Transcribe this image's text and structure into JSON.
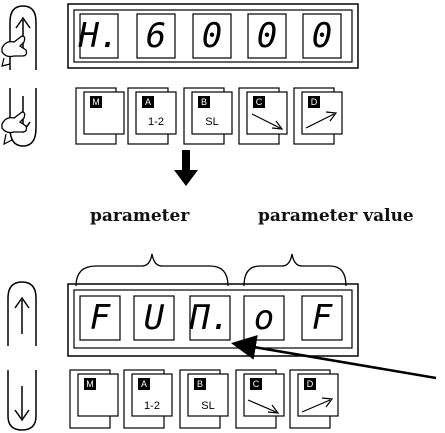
{
  "labels": {
    "parameter": "parameter",
    "parameter_value": "parameter value"
  },
  "display_top": [
    "H.",
    "6",
    "0",
    "0",
    "0"
  ],
  "display_bottom": [
    "F",
    "U",
    "Π.",
    "o",
    "F"
  ],
  "keys": [
    {
      "tag": "M",
      "sub": ""
    },
    {
      "tag": "A",
      "sub": "1-2"
    },
    {
      "tag": "B",
      "sub": "SL"
    },
    {
      "tag": "C",
      "sub": ""
    },
    {
      "tag": "D",
      "sub": ""
    }
  ],
  "icons": {
    "up": "up-arrow-icon",
    "down": "down-arrow-icon",
    "hand": "pointing-hand-icon",
    "flow": "down-thick-arrow-icon",
    "ramp_down": "ramp-down-arrow-icon",
    "ramp_up": "ramp-up-arrow-icon"
  }
}
